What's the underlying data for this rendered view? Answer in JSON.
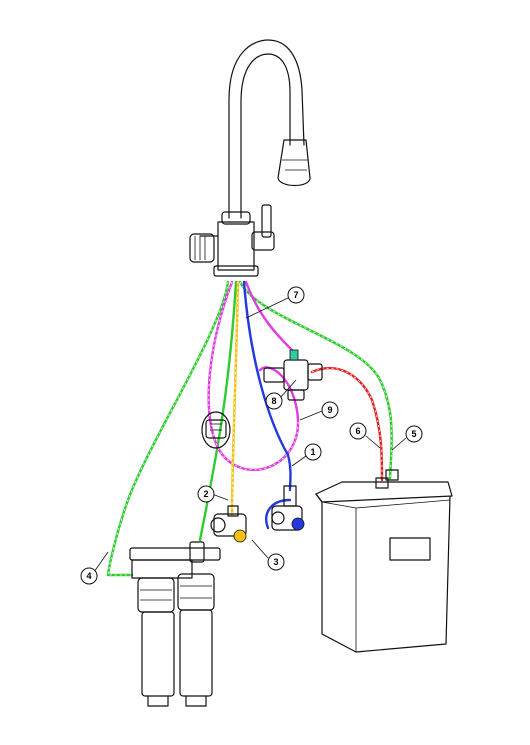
{
  "callouts": [
    {
      "id": "c1",
      "label": "1"
    },
    {
      "id": "c2",
      "label": "2"
    },
    {
      "id": "c3",
      "label": "3"
    },
    {
      "id": "c4",
      "label": "4"
    },
    {
      "id": "c5",
      "label": "5"
    },
    {
      "id": "c6",
      "label": "6"
    },
    {
      "id": "c7",
      "label": "7"
    },
    {
      "id": "c8",
      "label": "8"
    },
    {
      "id": "c9",
      "label": "9"
    }
  ],
  "hose_colors": {
    "green": "#2ecc2e",
    "magenta": "#e03ce0",
    "red": "#e02424",
    "blue": "#2438e0",
    "yellow": "#f2c20f"
  },
  "icons": [
    "tap-icon",
    "boiler-tank-icon",
    "filter-cartridge-icon",
    "angle-valve-icon",
    "tee-connector-icon"
  ]
}
